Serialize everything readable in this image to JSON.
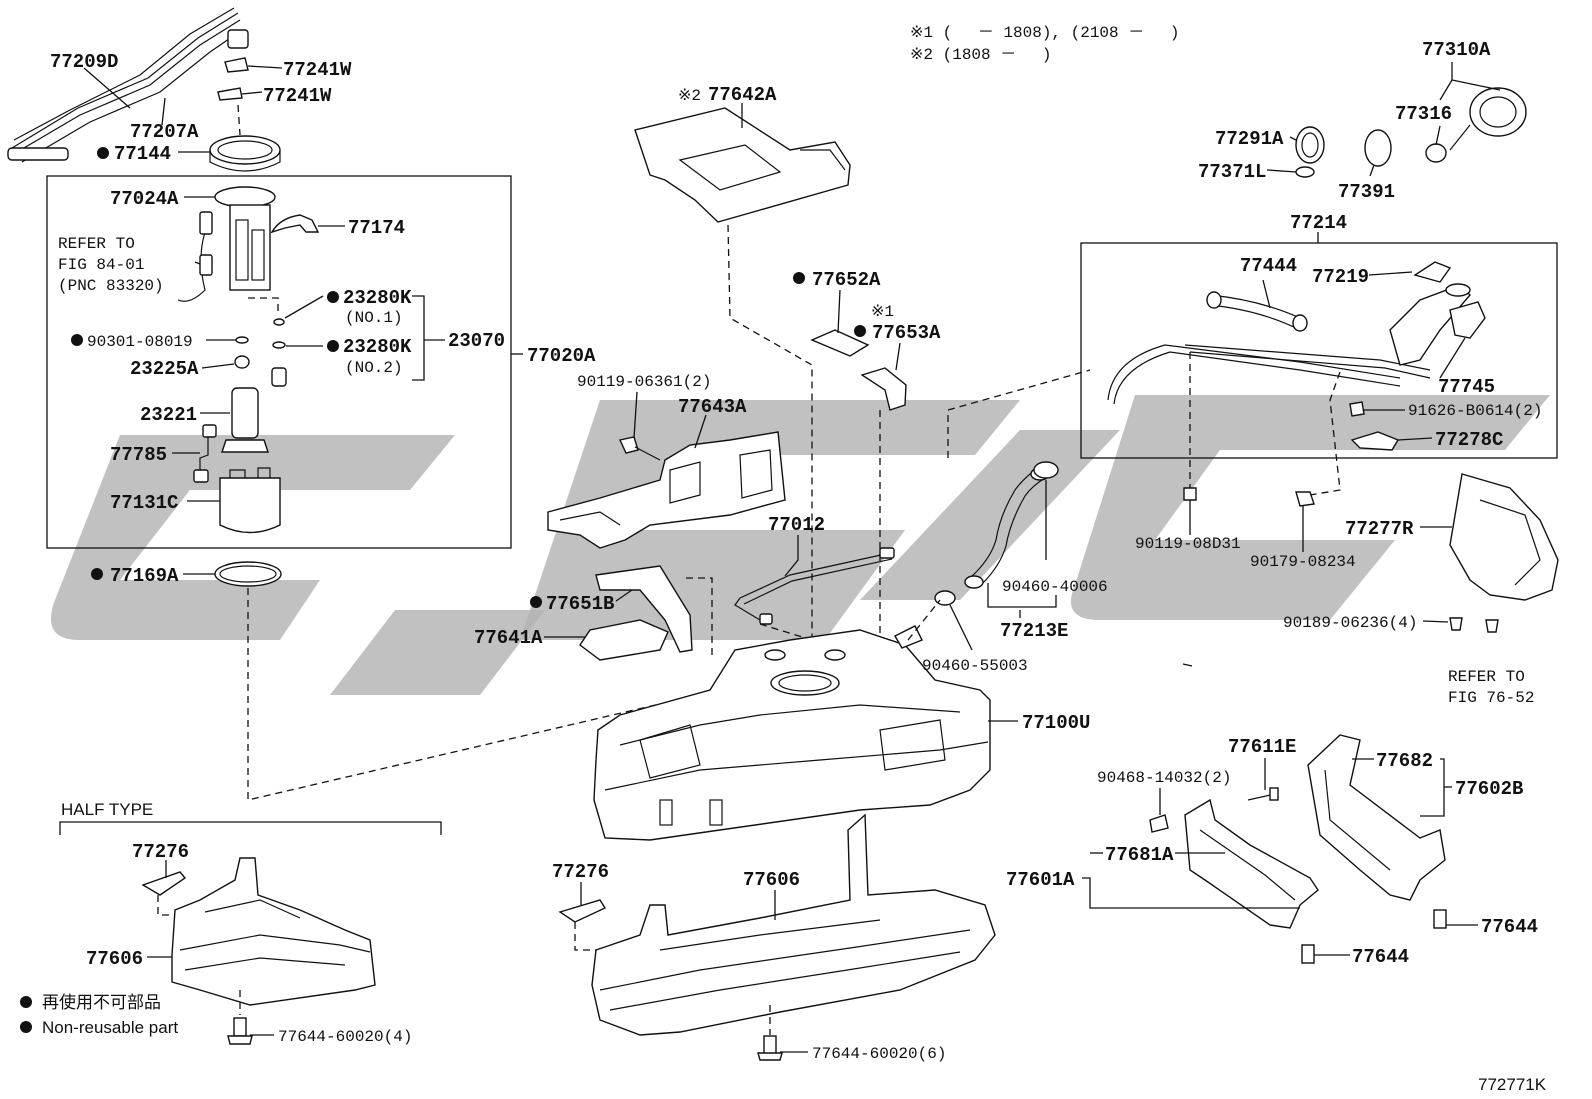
{
  "notes": {
    "note1": "※1 (　 － 1808), (2108 － 　)",
    "note2": "※2 (1808 － 　)"
  },
  "section": {
    "half_type": "HALF TYPE"
  },
  "legend": {
    "jp": "再使用不可部品",
    "en": "Non-reusable part"
  },
  "refer": {
    "a1": "REFER TO",
    "a2": "FIG 84-01",
    "a3": "(PNC 83320)",
    "b1": "REFER TO",
    "b2": "FIG 76-52"
  },
  "diagram_id": "772771K",
  "labels": {
    "p77209D": "77209D",
    "p77241W_a": "77241W",
    "p77241W_b": "77241W",
    "p77207A": "77207A",
    "p77144": "77144",
    "p77024A": "77024A",
    "p77174": "77174",
    "p23280K_1": "23280K",
    "no1": "(NO.1)",
    "p90301": "90301-08019",
    "p23280K_2": "23280K",
    "no2": "(NO.2)",
    "p23070": "23070",
    "p77020A": "77020A",
    "p23225A": "23225A",
    "p23221": "23221",
    "p77785": "77785",
    "p77131C": "77131C",
    "p77169A": "77169A",
    "p77642A": "77642A",
    "mark2": "※2",
    "p77652A": "77652A",
    "mark1": "※1",
    "p77653A": "77653A",
    "p90119_06361": "90119-06361(2)",
    "p77643A": "77643A",
    "p77012": "77012",
    "p77651B": "77651B",
    "p77641A": "77641A",
    "p77100U": "77100U",
    "p77310A": "77310A",
    "p77316": "77316",
    "p77291A": "77291A",
    "p77371L": "77371L",
    "p77391": "77391",
    "p77214": "77214",
    "p77444": "77444",
    "p77219": "77219",
    "p77745": "77745",
    "p91626": "91626-B0614(2)",
    "p77278C": "77278C",
    "p90119_08D31": "90119-08D31",
    "p90179": "90179-08234",
    "p77277R": "77277R",
    "p90460_40006": "90460-40006",
    "p77213E": "77213E",
    "p90460_55003": "90460-55003",
    "p90189": "90189-06236(4)",
    "p77611E": "77611E",
    "p90468": "90468-14032(2)",
    "p77682": "77682",
    "p77602B": "77602B",
    "p77601A": "77601A",
    "p77681A": "77681A",
    "p77644_a": "77644",
    "p77644_b": "77644",
    "p77276_a": "77276",
    "p77606_a": "77606",
    "p77644_60020_4": "77644-60020(4)",
    "p77276_b": "77276",
    "p77606_b": "77606",
    "p77644_60020_6": "77644-60020(6)"
  }
}
